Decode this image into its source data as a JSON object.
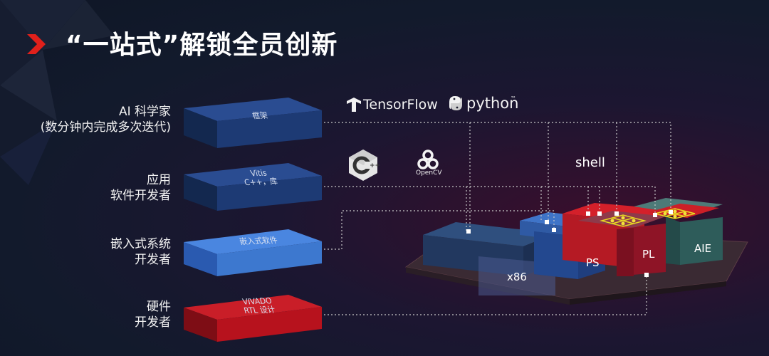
{
  "title": "“一站式”解锁全员创新",
  "roles": [
    {
      "lines": [
        "AI 科学家",
        "(数分钟内完成多次迭代)"
      ],
      "block_label": "框架",
      "block_color": "#1e3d7a"
    },
    {
      "lines": [
        "应用",
        "软件开发者"
      ],
      "block_label": "Vitis\nC++，库",
      "block_color": "#1f3e7e"
    },
    {
      "lines": [
        "嵌入式系统",
        "开发者"
      ],
      "block_label": "嵌入式软件",
      "block_color": "#3d78cf"
    },
    {
      "lines": [
        "硬件",
        "开发者"
      ],
      "block_label": "VIVADO\nRTL 设计",
      "block_color": "#b7121d"
    }
  ],
  "logos": {
    "tensorflow": "TensorFlow",
    "python": "python",
    "python_mark": "™",
    "opencv": "OpenCV",
    "cpp": "C++"
  },
  "chip": {
    "x86_label": "x86",
    "ps_label": "PS",
    "pl_label": "PL",
    "aie_label": "AIE",
    "shell_label": "shell"
  },
  "colors": {
    "accent_red": "#e0201b",
    "block_blue_dark": "#1e3d7a",
    "block_blue_light": "#3d78cf",
    "block_red": "#b7121d",
    "pl_red": "#8e1426",
    "aie_teal": "#2e5c5a",
    "dotted_line": "#c8c8c8"
  }
}
